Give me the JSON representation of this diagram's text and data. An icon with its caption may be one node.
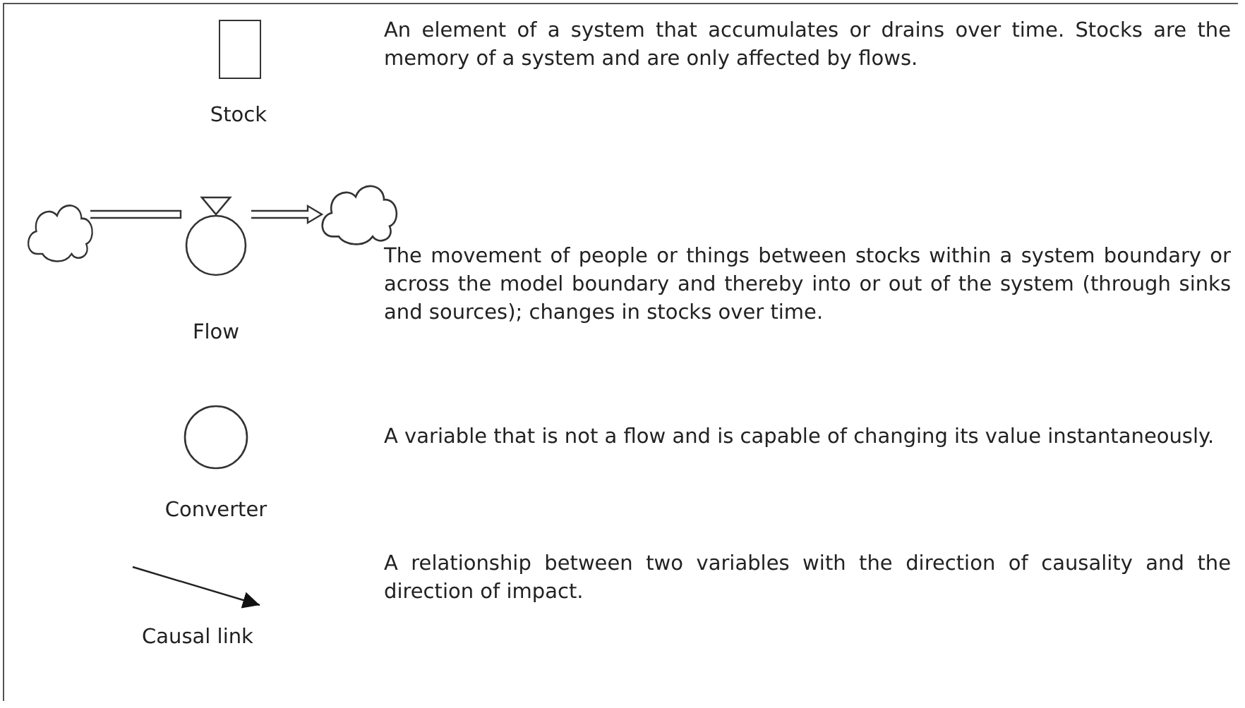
{
  "diagram": {
    "nodes": [
      {
        "text": [
          "Stock"
        ]
      },
      {
        "text": [],
        "shape": "cloud"
      },
      {
        "text": [
          "Flow"
        ]
      },
      {
        "text": [],
        "shape": "cloud"
      },
      {
        "text": [
          "Converter"
        ]
      }
    ],
    "edges": [
      {
        "from": 1,
        "to": 2,
        "arrow": "none"
      },
      {
        "from": 2,
        "to": 3,
        "arrow": "to"
      }
    ],
    "labels": [
      "An element of a system that accumulates or drains over time. Stocks are the memory of a system and are only affected by flows.",
      "The movement of people or things between stocks within a system boundary or across the model boundary and thereby into or out of the system (through sinks and sources); changes in stocks over time.",
      "A variable that is not a flow and is capable of changing its value instantaneously.",
      "A relationship between two variables with the direction of causality and the direction of impact."
    ],
    "legend": [
      {
        "text": "Causal link"
      }
    ]
  }
}
